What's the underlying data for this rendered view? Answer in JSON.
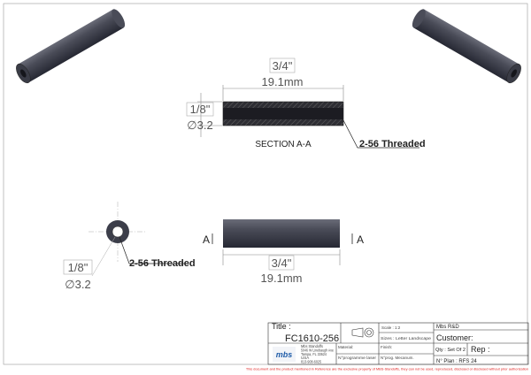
{
  "section_view": {
    "length_in": "3/4\"",
    "length_mm": "19.1mm",
    "dia_in": "1/8\"",
    "dia_mm": "∅3.2",
    "title": "SECTION A-A",
    "thread_callout": "2-56 Threaded"
  },
  "front_view": {
    "dia_in": "1/8\"",
    "dia_mm": "∅3.2",
    "thread_callout": "2-56 Threaded"
  },
  "side_view": {
    "section_mark_left": "A",
    "section_mark_right": "A",
    "length_in": "3/4\"",
    "length_mm": "19.1mm"
  },
  "title_block": {
    "title_label": "Title :",
    "title": "FC1610-256",
    "scale": "Scale : 1:2",
    "sizes": "Sizes : Letter Landscape",
    "company": "Mbs R&D",
    "customer": "Customer:",
    "qty": "Qty : Set Of 2",
    "rep": "Rep :",
    "plan": "N° Plan : RFS 24",
    "material": "Material:",
    "finish": "Finish:",
    "programme": "N°programme laser",
    "prog_mecanum": "N°prog. Mecanum.",
    "logo_text": "mbs",
    "address": [
      "Mbs Standoffs",
      "5046 W Linebaugh Ave",
      "Tampa, FL 33624",
      "USA",
      "813-908-6025"
    ]
  },
  "disclaimer": "This document and the product mentioned in Reference are the exclusive property of MBS-Standoffs, they can not be used, reproduced, disclosed or disclosed without prior authorization",
  "colors": {
    "body": "#3c3e4a",
    "disclaimer": "#e02020"
  }
}
